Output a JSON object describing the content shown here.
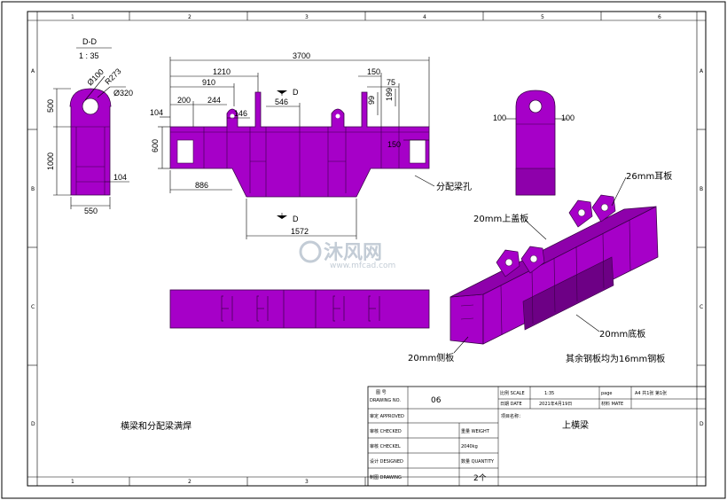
{
  "colors": {
    "part": "#a600c8",
    "part_dark": "#6d0085",
    "line": "#000000",
    "watermark": "#b9c4cf"
  },
  "zones": {
    "top": [
      "1",
      "2",
      "3",
      "4",
      "5",
      "6"
    ],
    "bottom": [
      "1",
      "2",
      "3"
    ],
    "left": [
      "A",
      "B",
      "C",
      "D"
    ],
    "right": [
      "A",
      "B",
      "C",
      "D"
    ]
  },
  "section": {
    "name": "D-D",
    "scale": "1 : 35"
  },
  "dims": {
    "d100": "Ø100",
    "r273": "R273",
    "d320": "Ø320",
    "h500": "500",
    "h1000": "1000",
    "w104a": "104",
    "w550": "550",
    "l3700": "3700",
    "l1210": "1210",
    "l910": "910",
    "l104": "104",
    "l200": "200",
    "l244": "244",
    "l146": "146",
    "l546": "546",
    "l150": "150",
    "l75": "75",
    "l99": "99",
    "l199": "199",
    "h600": "600",
    "l150b": "150",
    "l886": "886",
    "l1572": "1572",
    "cut_d1": "D",
    "cut_d2": "D",
    "e100a": "100",
    "e100b": "100"
  },
  "annotations": {
    "hole": "分配梁孔",
    "ear": "26mm耳板",
    "top_cover": "20mm上盖板",
    "bottom": "20mm底板",
    "side": "20mm侧板",
    "rest": "其余钢板均为16mm钢板",
    "weld_note": "横梁和分配梁满焊"
  },
  "watermark": {
    "cn": "沐风网",
    "url": "www.mfcad.com"
  },
  "title_block": {
    "drawing_no_label_cn": "图 号",
    "drawing_no_label_en": "DRAWING NO.",
    "drawing_no": "06",
    "scale_label": "比例 SCALE",
    "scale": "1:35",
    "page_label": "page",
    "page_value": "A4  共1张  第1张",
    "date_label": "日期 DATE",
    "date": "2021年4月19日",
    "material_label": "材料 MATE",
    "project_label": "项目名称：",
    "approved": "审定 APPROVED",
    "part_name": "上横梁",
    "checked": "审核 CHECKED",
    "weight_label": "重量 WEIGHT",
    "checkel": "审核 CHECKEL",
    "weight": "2040kg",
    "designed": "设计 DESIGNED",
    "quantity_label": "数量 QUANTITY",
    "drawn": "制图 DRAWING",
    "quantity": "2个"
  }
}
